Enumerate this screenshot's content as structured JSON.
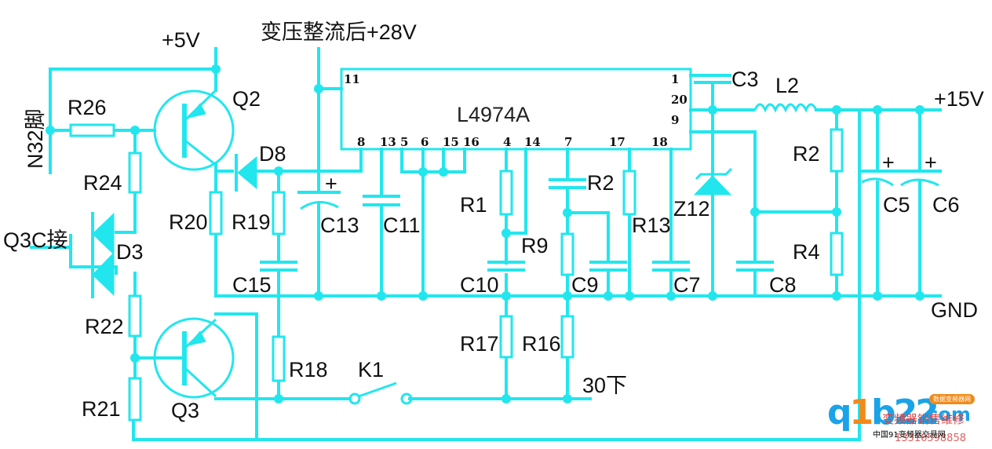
{
  "title": "L4974A switching power supply schematic",
  "colors": {
    "wire": "#22e6ee",
    "text": "#111111",
    "logo_blue": "#1aa3e8",
    "logo_orange": "#f28a1a",
    "logo_red": "#e04040"
  },
  "supply_labels": {
    "plus5v": "+5V",
    "plus28v": "变压整流后+28V",
    "plus15v": "+15V",
    "gnd": "GND",
    "n32": "N32脚",
    "q3c": "Q3C接",
    "pin30": "30下"
  },
  "ic": {
    "name": "L4974A",
    "pins_top_left": "11",
    "pins_right": [
      "1",
      "20",
      "9"
    ],
    "pins_bottom": [
      "8",
      "13",
      "5",
      "6",
      "15",
      "16",
      "4",
      "14",
      "7",
      "17",
      "18"
    ]
  },
  "components": {
    "transistors": [
      "Q2",
      "Q3"
    ],
    "diodes": [
      "D8",
      "D3",
      "Z12"
    ],
    "resistors": [
      "R26",
      "R24",
      "R20",
      "R19",
      "R22",
      "R21",
      "R18",
      "R1",
      "R9",
      "R2",
      "R13",
      "R17",
      "R16",
      "R4"
    ],
    "resistor_r2_upper": "R2",
    "capacitors": [
      "C13",
      "C11",
      "C15",
      "C10",
      "C9",
      "C7",
      "C8",
      "C3",
      "C5",
      "C6"
    ],
    "inductor": "L2",
    "switch": "K1",
    "plus_sign": "+"
  },
  "watermark": {
    "logo_text_a": "q",
    "logo_text_b": "1",
    "logo_text_c": "b22",
    "logo_com": ".com",
    "badge": "数据变频器网",
    "red_text": "变频器销售维修",
    "black_text": "中国91变频器交易网",
    "phone": "13316598858"
  }
}
